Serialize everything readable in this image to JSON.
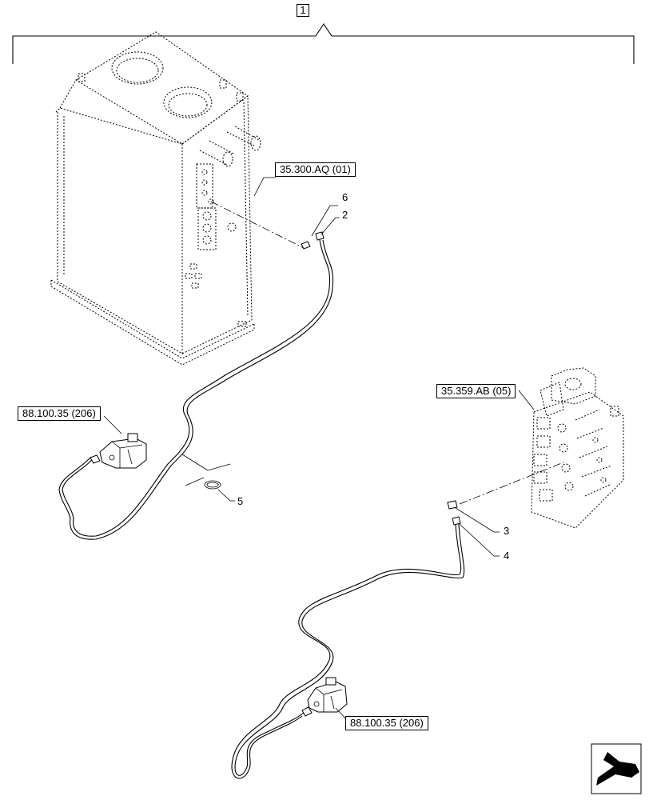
{
  "item_number": "1",
  "refs": {
    "tank": "35.300.AQ (01)",
    "valve": "35.359.AB (05)",
    "sensor_upper": "88.100.35 (206)",
    "sensor_lower": "88.100.35 (206)"
  },
  "callouts": {
    "c2": "2",
    "c3": "3",
    "c4": "4",
    "c5": "5",
    "c6": "6"
  },
  "icons": {
    "nav_arrow": "next-page-arrow-icon"
  }
}
